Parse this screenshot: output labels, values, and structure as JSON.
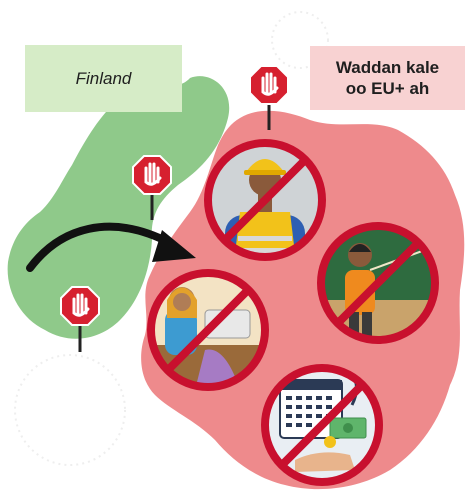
{
  "labels": {
    "finland": "Finland",
    "other_line1": "Waddan kale",
    "other_line2": "oo EU+ ah"
  },
  "colors": {
    "finland_region": "#8fc98a",
    "other_region": "#ee8a8c",
    "finland_box": "#d6ecc7",
    "other_box": "#f8d2d2",
    "ban_ring": "#c8102e",
    "stop_sign": "#d6202f",
    "arrow": "#111111"
  },
  "icons": {
    "stop_sign": "stop-hand-sign-icon",
    "ban_circle": "prohibited-circle-icon",
    "arrow": "curved-arrow-icon"
  },
  "prohibitions": [
    {
      "name": "construction-worker",
      "icon": "construction-worker-icon"
    },
    {
      "name": "teacher",
      "icon": "teacher-at-blackboard-icon"
    },
    {
      "name": "seamstress",
      "icon": "sewing-worker-icon"
    },
    {
      "name": "salary-calendar",
      "icon": "calendar-money-icon"
    }
  ]
}
